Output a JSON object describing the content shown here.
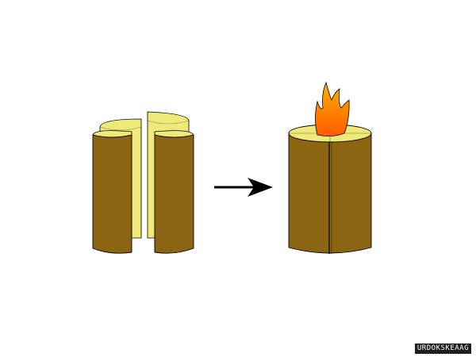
{
  "diagram": {
    "colors": {
      "bark": "#8b6512",
      "wood_core": "#eeea7a",
      "outline": "#000000",
      "flame_outer": "#ff7a00",
      "flame_inner": "#ffcf00"
    },
    "steps": [
      {
        "id": "split-log",
        "icon": "split-log-icon"
      },
      {
        "id": "transition",
        "icon": "arrow-right-icon"
      },
      {
        "id": "burning-log",
        "icon": "flame-icon"
      }
    ]
  },
  "watermark": {
    "text": "URDOKSKEAAG"
  }
}
